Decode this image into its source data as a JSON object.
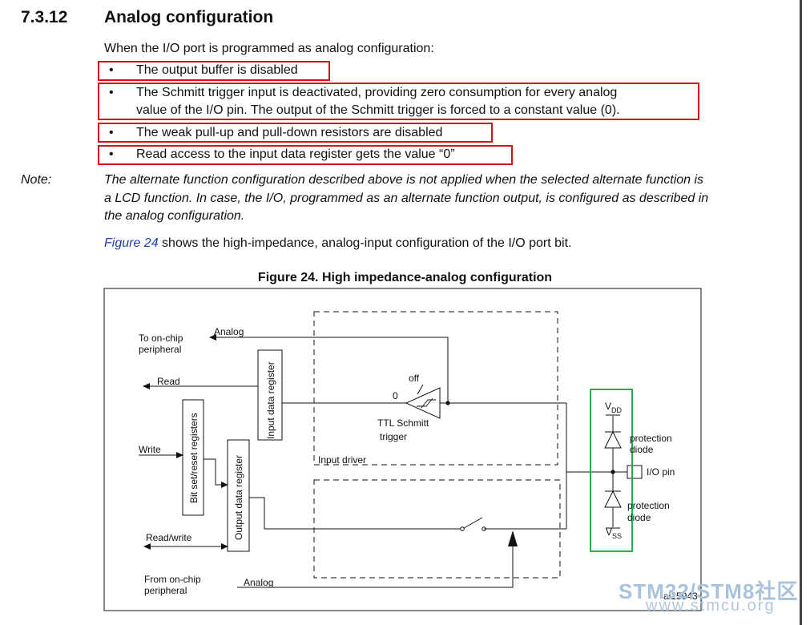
{
  "section": {
    "number": "7.3.12",
    "title": "Analog configuration"
  },
  "intro": "When the I/O port is programmed as analog configuration:",
  "bullets": [
    {
      "line1": "The output buffer is disabled",
      "line2": ""
    },
    {
      "line1": "The Schmitt trigger input is deactivated, providing zero consumption for every analog",
      "line2": "value of the I/O pin. The output of the Schmitt trigger is forced to a constant value (0)."
    },
    {
      "line1": "The weak pull-up and pull-down resistors are disabled",
      "line2": ""
    },
    {
      "line1": "Read access to the input data register gets the value “0”",
      "line2": ""
    }
  ],
  "bullet_symbol": "•",
  "note": {
    "label": "Note:",
    "text": "The alternate function configuration described above is not applied when the selected alternate function is a LCD function. In case, the I/O, programmed as an alternate function output, is configured as described in the analog configuration."
  },
  "figure_sentence": {
    "link": "Figure 24",
    "rest": " shows the high-impedance, analog-input configuration of the I/O port bit."
  },
  "figure": {
    "caption": "Figure 24. High impedance-analog configuration",
    "labels": {
      "to_onchip_1": "To on-chip",
      "to_onchip_2": "peripheral",
      "analog_top": "Analog",
      "read": "Read",
      "write": "Write",
      "read_write": "Read/write",
      "from_onchip_1": "From on-chip",
      "from_onchip_2": "peripheral",
      "analog_bottom": "Analog",
      "input_data_register": "Input data register",
      "bit_set_reset": "Bit set/reset registers",
      "output_data_register": "Output data register",
      "off": "off",
      "zero": "0",
      "ttl_1": "TTL Schmitt",
      "ttl_2": "trigger",
      "input_driver": "Input driver",
      "vdd": "V",
      "vdd_sub": "DD",
      "vss": "V",
      "vss_sub": "SS",
      "protection_diode_1a": "protection",
      "protection_diode_1b": "diode",
      "protection_diode_2a": "protection",
      "protection_diode_2b": "diode",
      "io_pin": "I/O pin",
      "figure_id": "ai15943"
    },
    "colors": {
      "highlight_red": "#d0121b",
      "highlight_green": "#22b14c",
      "link_blue": "#1f3fae"
    }
  },
  "watermark": {
    "line1": "STM32/STM8社区",
    "line2": "www.stmcu.org"
  }
}
